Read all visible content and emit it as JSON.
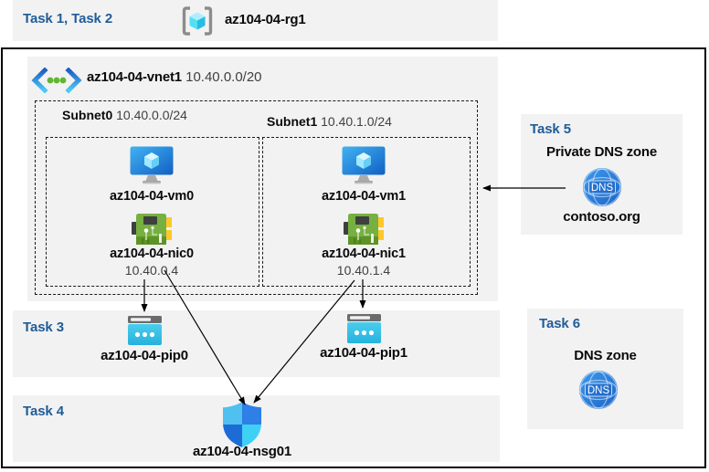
{
  "tasks": {
    "t12": {
      "label": "Task 1, Task 2"
    },
    "t3": {
      "label": "Task 3"
    },
    "t4": {
      "label": "Task 4"
    },
    "t5": {
      "label": "Task 5"
    },
    "t6": {
      "label": "Task 6"
    }
  },
  "resource_group": {
    "name": "az104-04-rg1"
  },
  "vnet": {
    "name": "az104-04-vnet1",
    "cidr": "10.40.0.0/20",
    "subnets": [
      {
        "name": "Subnet0",
        "cidr": "10.40.0.0/24",
        "vm": "az104-04-vm0",
        "nic": "az104-04-nic0",
        "ip": "10.40.0.4"
      },
      {
        "name": "Subnet1",
        "cidr": "10.40.1.0/24",
        "vm": "az104-04-vm1",
        "nic": "az104-04-nic1",
        "ip": "10.40.1.4"
      }
    ]
  },
  "public_ips": {
    "pip0": "az104-04-pip0",
    "pip1": "az104-04-pip1"
  },
  "nsg": {
    "name": "az104-04-nsg01"
  },
  "private_dns": {
    "title": "Private DNS zone",
    "zone": "contoso.org",
    "icon_text": "DNS"
  },
  "dns_zone": {
    "title": "DNS zone",
    "icon_text": "DNS"
  },
  "colors": {
    "task_label": "#1F5C98",
    "panel_bg": "#F2F2F2",
    "border": "#000000",
    "azure_blue": "#2E7FD9",
    "pip_cyan": "#32BEDD",
    "nic_green": "#76B041",
    "connector_yellow": "#FFC72C",
    "dot_green": "#62B52E"
  }
}
